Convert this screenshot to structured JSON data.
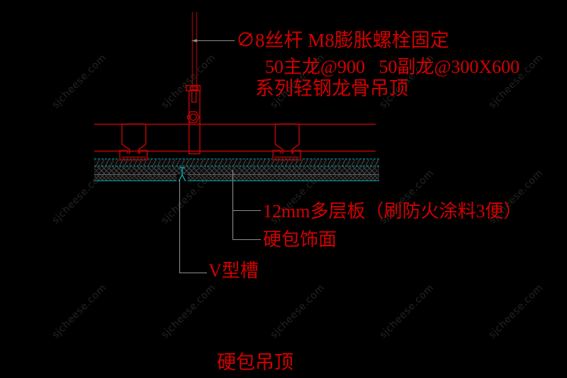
{
  "drawing": {
    "annotations": {
      "rod_label": "∅8丝杆 M8膨胀螺栓固定",
      "keel_spec": "50主龙@900   50副龙@300X600",
      "keel_series": "系列轻钢龙骨吊顶",
      "board_label": "12mm多层板（刷防火涂料3便）",
      "finish_label": "硬包饰面",
      "groove_label": "V型槽"
    },
    "title": "硬包吊顶",
    "components": {
      "threaded_rod": "threaded-rod",
      "hanger_bracket": "hanger-bracket",
      "main_runner": "main-runner",
      "furring_clips": "furring-channel-clips",
      "furring_channels": "furring-channels",
      "plywood_board": "12mm-plywood",
      "finish_layer": "hard-pack-finish",
      "v_groove": "v-groove"
    }
  },
  "watermark": {
    "text": "sjcheese.com"
  },
  "colors": {
    "background": "#000000",
    "bright_red": "#c00505",
    "dark_red": "#7d0606",
    "text_red": "#d40000",
    "leader_gray": "#8c8c8c",
    "teal": "#00a4a4",
    "watermark_gray": "#232323"
  }
}
